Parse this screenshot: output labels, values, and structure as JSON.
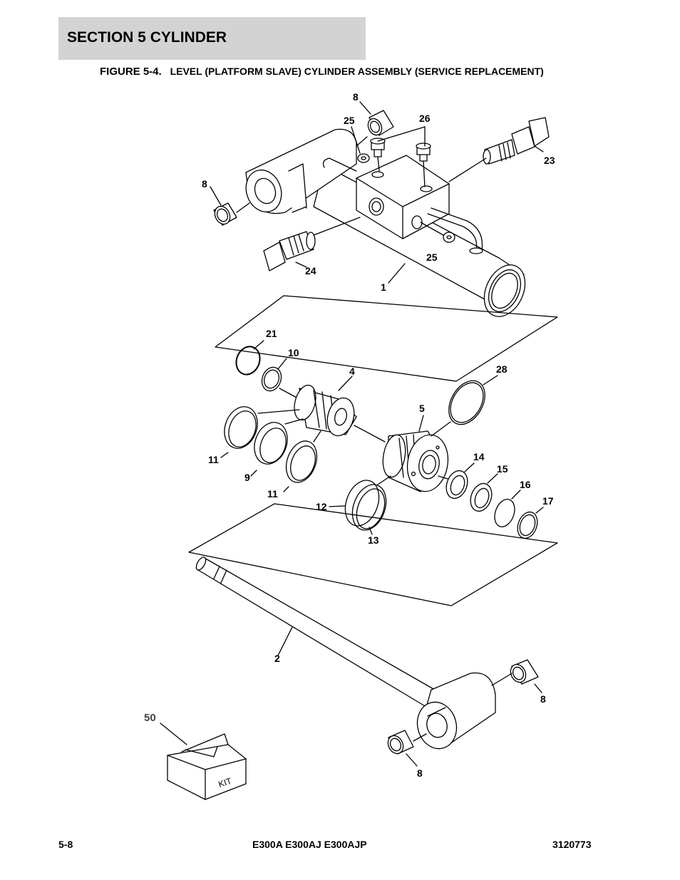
{
  "header": {
    "section": "SECTION 5   CYLINDER"
  },
  "figure": {
    "number": "FIGURE 5-4.",
    "caption": "LEVEL (PLATFORM SLAVE) CYLINDER ASSEMBLY (SERVICE REPLACEMENT)"
  },
  "callouts": [
    {
      "id": "c8a",
      "label": "8"
    },
    {
      "id": "c25a",
      "label": "25"
    },
    {
      "id": "c26",
      "label": "26"
    },
    {
      "id": "c23",
      "label": "23"
    },
    {
      "id": "c8b",
      "label": "8"
    },
    {
      "id": "c25b",
      "label": "25"
    },
    {
      "id": "c24",
      "label": "24"
    },
    {
      "id": "c1",
      "label": "1"
    },
    {
      "id": "c21",
      "label": "21"
    },
    {
      "id": "c10",
      "label": "10"
    },
    {
      "id": "c4",
      "label": "4"
    },
    {
      "id": "c28",
      "label": "28"
    },
    {
      "id": "c5",
      "label": "5"
    },
    {
      "id": "c14",
      "label": "14"
    },
    {
      "id": "c15",
      "label": "15"
    },
    {
      "id": "c16",
      "label": "16"
    },
    {
      "id": "c17",
      "label": "17"
    },
    {
      "id": "c11a",
      "label": "11"
    },
    {
      "id": "c9",
      "label": "9"
    },
    {
      "id": "c11b",
      "label": "11"
    },
    {
      "id": "c12",
      "label": "12"
    },
    {
      "id": "c13",
      "label": "13"
    },
    {
      "id": "c2",
      "label": "2"
    },
    {
      "id": "c8c",
      "label": "8"
    },
    {
      "id": "c8d",
      "label": "8"
    },
    {
      "id": "c50",
      "label": "50"
    }
  ],
  "kit_label": "KIT",
  "footer": {
    "page": "5-8",
    "models": "E300A E300AJ E300AJP",
    "doc_number": "3120773"
  }
}
